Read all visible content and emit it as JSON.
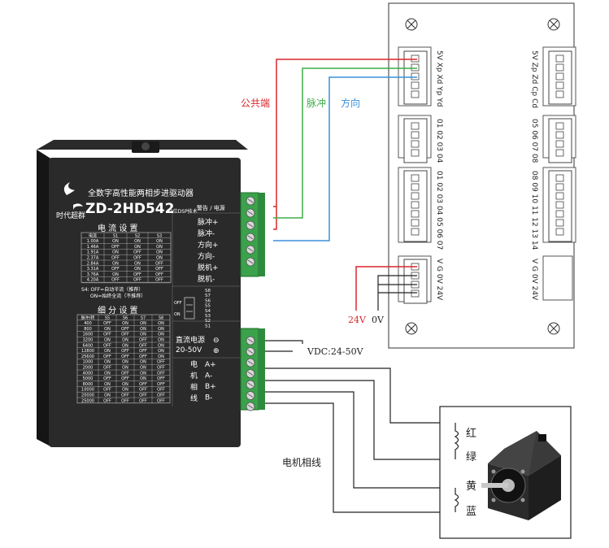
{
  "wire_labels": {
    "common": "公共端",
    "pulse": "脉冲",
    "direction": "方向",
    "v24": "24V",
    "v0": "0V",
    "vdc": "VDC:24-50V",
    "motor_phase": "电机相线"
  },
  "motor_wires": [
    "红",
    "绿",
    "黄",
    "蓝"
  ],
  "colors": {
    "red": "#d9262c",
    "green": "#3fae49",
    "blue": "#3a8fd8"
  },
  "controller": {
    "left_col_label": "5V Xp Xd Yp Yd",
    "left_mid_label": "01 02 03 04",
    "left_lower_label": "01 02 03 04 05 06 07",
    "left_bottom_label": "V  G  0V 24V",
    "right_col_label": "5V Zp Zd Cp Cd",
    "right_mid_label": "05 06 07 08",
    "right_lower_label": "08 09 10 11 12 13 14",
    "right_bottom_label": "V  G  0V 24V"
  },
  "driver": {
    "brand": "时代超群",
    "title": "全数字高性能两相步进驱动器",
    "model": "ZD-2HD542",
    "tech": "32位DSP技术",
    "alarm_power": "警告 / 电源",
    "signal_labels": [
      "脉冲+",
      "脉冲-",
      "方向+",
      "方向-",
      "脱机+",
      "脱机-"
    ],
    "current_title": "电 流 设 置",
    "current_headers": [
      "电流",
      "S1",
      "S2",
      "S3"
    ],
    "current_rows": [
      [
        "1.00A",
        "ON",
        "ON",
        "ON"
      ],
      [
        "1.46A",
        "OFF",
        "ON",
        "ON"
      ],
      [
        "1.91A",
        "ON",
        "OFF",
        "ON"
      ],
      [
        "2.37A",
        "OFF",
        "OFF",
        "ON"
      ],
      [
        "2.84A",
        "ON",
        "ON",
        "OFF"
      ],
      [
        "3.31A",
        "OFF",
        "ON",
        "OFF"
      ],
      [
        "3.76A",
        "ON",
        "OFF",
        "OFF"
      ],
      [
        "4.20A",
        "OFF",
        "OFF",
        "OFF"
      ]
    ],
    "s4_note1": "S4: OFF=自动半流（推荐）",
    "s4_note2": "ON=始终全流（不推荐）",
    "dip_off": "OFF",
    "dip_on": "ON",
    "dip_switches": [
      "S8",
      "S7",
      "S6",
      "S5",
      "S4",
      "S3",
      "S2",
      "S1"
    ],
    "micro_title": "细 分 设 置",
    "micro_headers": [
      "脉冲/转",
      "S5",
      "S6",
      "S7",
      "S8"
    ],
    "micro_rows": [
      [
        "400",
        "OFF",
        "ON",
        "ON",
        "ON"
      ],
      [
        "800",
        "ON",
        "OFF",
        "ON",
        "ON"
      ],
      [
        "1600",
        "OFF",
        "OFF",
        "ON",
        "ON"
      ],
      [
        "3200",
        "ON",
        "ON",
        "OFF",
        "ON"
      ],
      [
        "6400",
        "OFF",
        "ON",
        "OFF",
        "ON"
      ],
      [
        "12800",
        "ON",
        "OFF",
        "OFF",
        "ON"
      ],
      [
        "25600",
        "OFF",
        "OFF",
        "OFF",
        "ON"
      ],
      [
        "1000",
        "ON",
        "ON",
        "ON",
        "OFF"
      ],
      [
        "2000",
        "OFF",
        "ON",
        "ON",
        "OFF"
      ],
      [
        "4000",
        "ON",
        "OFF",
        "ON",
        "OFF"
      ],
      [
        "5000",
        "OFF",
        "OFF",
        "ON",
        "OFF"
      ],
      [
        "8000",
        "ON",
        "ON",
        "OFF",
        "OFF"
      ],
      [
        "10000",
        "OFF",
        "ON",
        "OFF",
        "OFF"
      ],
      [
        "20000",
        "ON",
        "OFF",
        "OFF",
        "OFF"
      ],
      [
        "25000",
        "OFF",
        "OFF",
        "OFF",
        "OFF"
      ]
    ],
    "dc_power": "直流电源",
    "dc_range": "20-50V",
    "motor_label": [
      "电",
      "机",
      "相",
      "线"
    ],
    "phase_labels": [
      "A+",
      "A-",
      "B+",
      "B-"
    ],
    "minus_sym": "⊖",
    "plus_sym": "⊕"
  }
}
